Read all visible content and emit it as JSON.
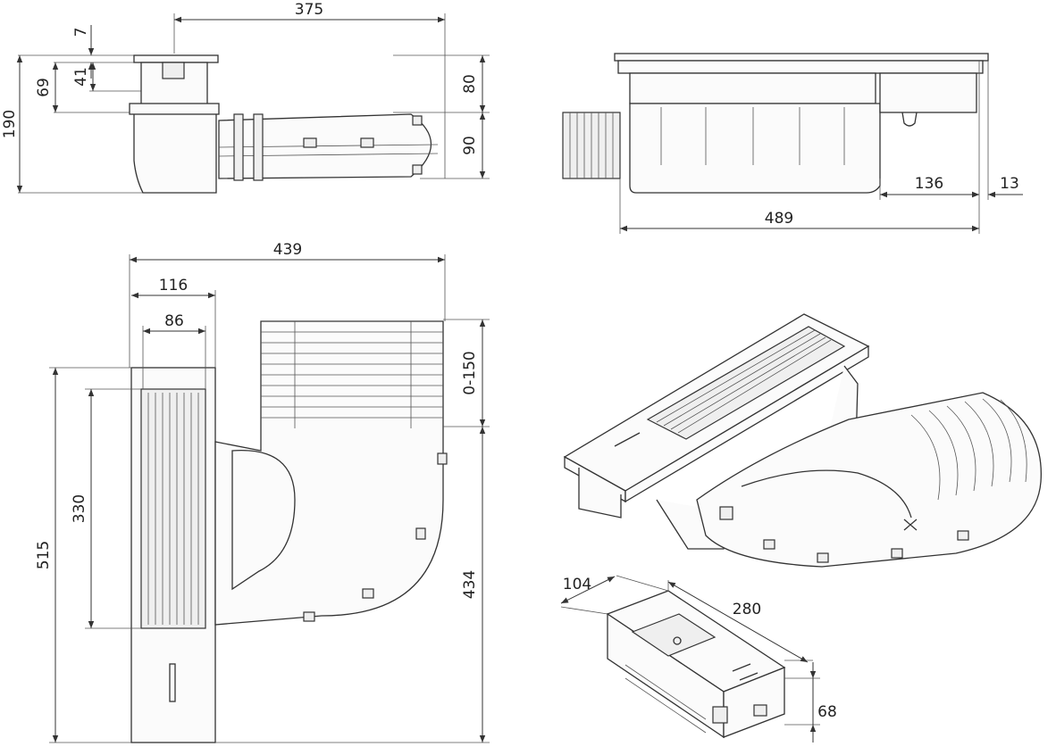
{
  "dimensions": {
    "side_view": {
      "total_length": "375",
      "frame_thickness": "7",
      "upper_height": "41",
      "outlet_offset": "69",
      "total_height": "190",
      "cover_height": "80",
      "pipe_height": "90"
    },
    "front_view": {
      "total_width": "489",
      "depth_right": "136",
      "frame_edge": "13"
    },
    "top_view": {
      "total_width": "439",
      "grate_width": "116",
      "inner_width": "86",
      "grate_length": "330",
      "total_length": "515",
      "outlet_length": "434",
      "adjust_range": "0-150"
    },
    "module_view": {
      "depth": "104",
      "length": "280",
      "height": "68"
    }
  }
}
